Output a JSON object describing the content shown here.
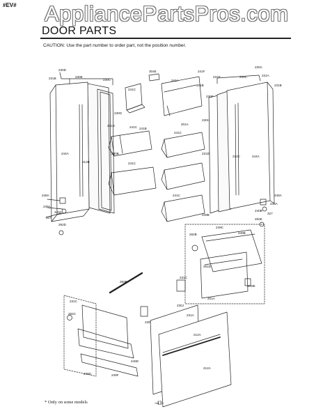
{
  "header": {
    "code": "#EV#",
    "watermark": "AppliancePartsPros.com",
    "title": "DOOR PARTS",
    "caution": "CAUTION: Use the part number to order part, not the position number."
  },
  "footer": {
    "footnote": "* Only on some models",
    "page_number": "-43-"
  },
  "callouts": {
    "c230D": "230D",
    "c231B": "231B",
    "c230E": "230E",
    "c230C": "230C",
    "c304E": "304E",
    "c241C_a": "241C",
    "c241A": "241A",
    "c241F": "241F",
    "c201B": "201B",
    "c230G": "230G",
    "c231D": "231D",
    "c230B": "230B",
    "c230A": "230A",
    "c230C_r": "230C",
    "c231A": "231A",
    "c231E": "231E",
    "c231B_r": "231B",
    "c230F": "230F",
    "c230H": "230H",
    "c231D_r": "231D",
    "c241C_b": "241C",
    "c241B": "241B",
    "c241C_c": "241C",
    "c201A": "201A",
    "c241C_d": "241C",
    "c241C_e": "241C",
    "c244A": "244A",
    "c212B": "212B",
    "c212C": "212C",
    "c244A_r": "244A",
    "c248A_l": "248A",
    "c245A_l": "245A",
    "c240A_l": "240A",
    "c327_l": "327",
    "c282D_l": "282D",
    "c248A_r": "248A",
    "c245A_r": "245A",
    "c240B": "240B",
    "c327_r": "327",
    "c282E": "282E",
    "c249B": "249B",
    "c249C": "249C",
    "c249B_b": "249B",
    "c282B": "282B",
    "c261D": "261D",
    "c249E": "249E",
    "c250B": "250B",
    "c231C": "231C",
    "c231C_b": "231C",
    "c230J": "230J",
    "c282C": "282C",
    "c249D": "249D",
    "c249F": "249F",
    "c249G": "249G",
    "c230I": "230I",
    "c231A_b": "231A",
    "c212A": "212A",
    "c212A_b": "212A",
    "c201A_b": "201A"
  }
}
